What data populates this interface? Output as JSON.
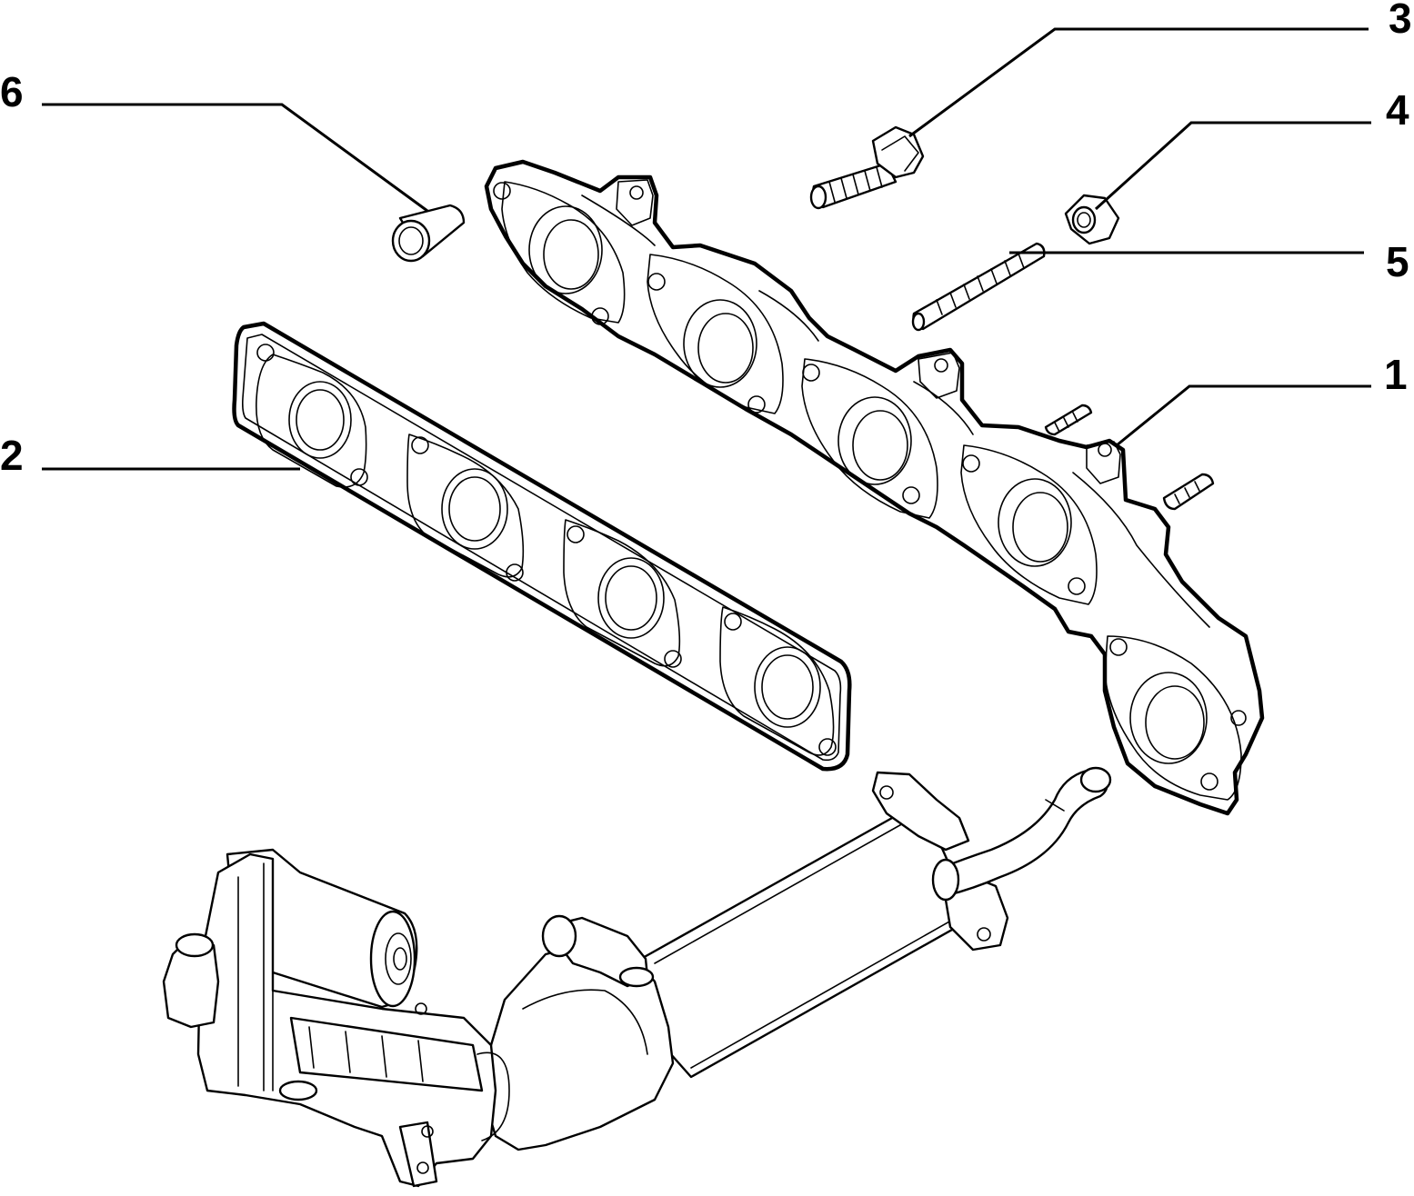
{
  "diagram": {
    "callouts": [
      {
        "id": "callout-1",
        "label": "1"
      },
      {
        "id": "callout-2",
        "label": "2"
      },
      {
        "id": "callout-3",
        "label": "3"
      },
      {
        "id": "callout-4",
        "label": "4"
      },
      {
        "id": "callout-5",
        "label": "5"
      },
      {
        "id": "callout-6",
        "label": "6"
      }
    ],
    "line_color": "#000000",
    "background_color": "#ffffff"
  }
}
